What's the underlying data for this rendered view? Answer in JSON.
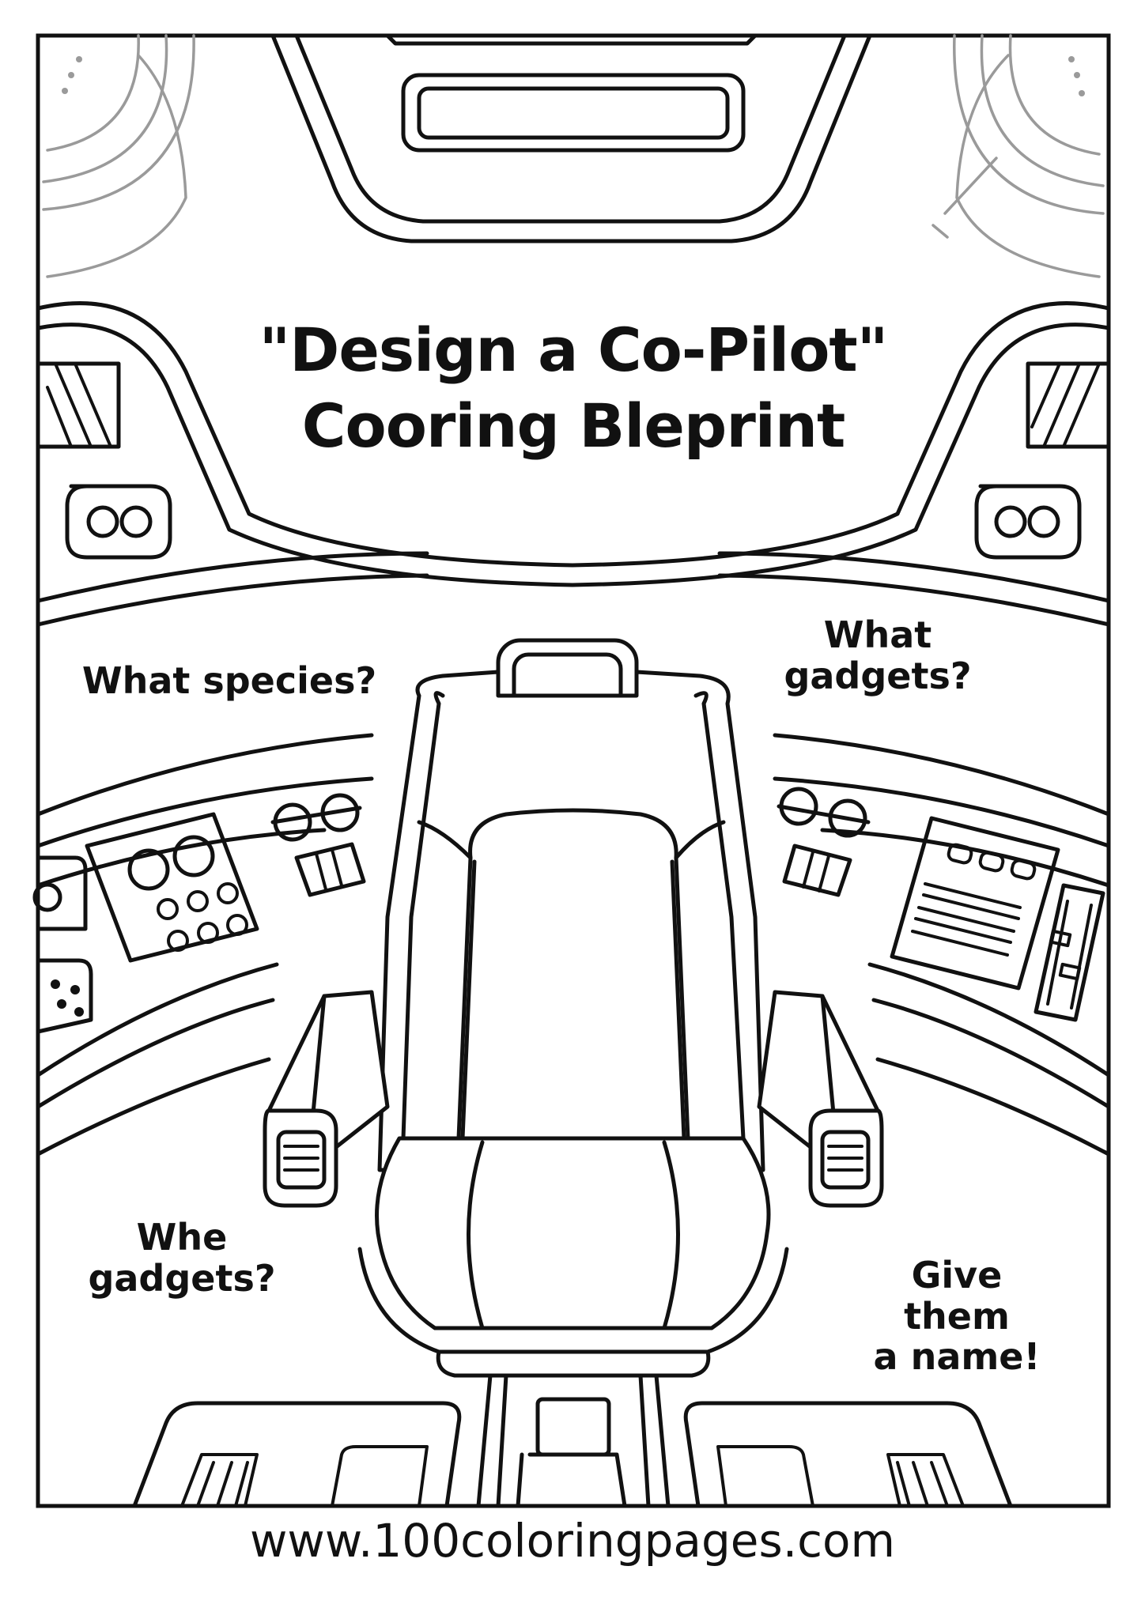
{
  "title": {
    "line1": "\"Design a Co-Pilot\"",
    "line2": "Cooring Bleprint"
  },
  "prompts": {
    "top_left": "What species?",
    "top_right": "What\ngadgets?",
    "bottom_left": "Whe\ngadgets?",
    "bottom_right": "Give them\na name!"
  },
  "footer": {
    "url": "www.100coloringpages.com"
  }
}
